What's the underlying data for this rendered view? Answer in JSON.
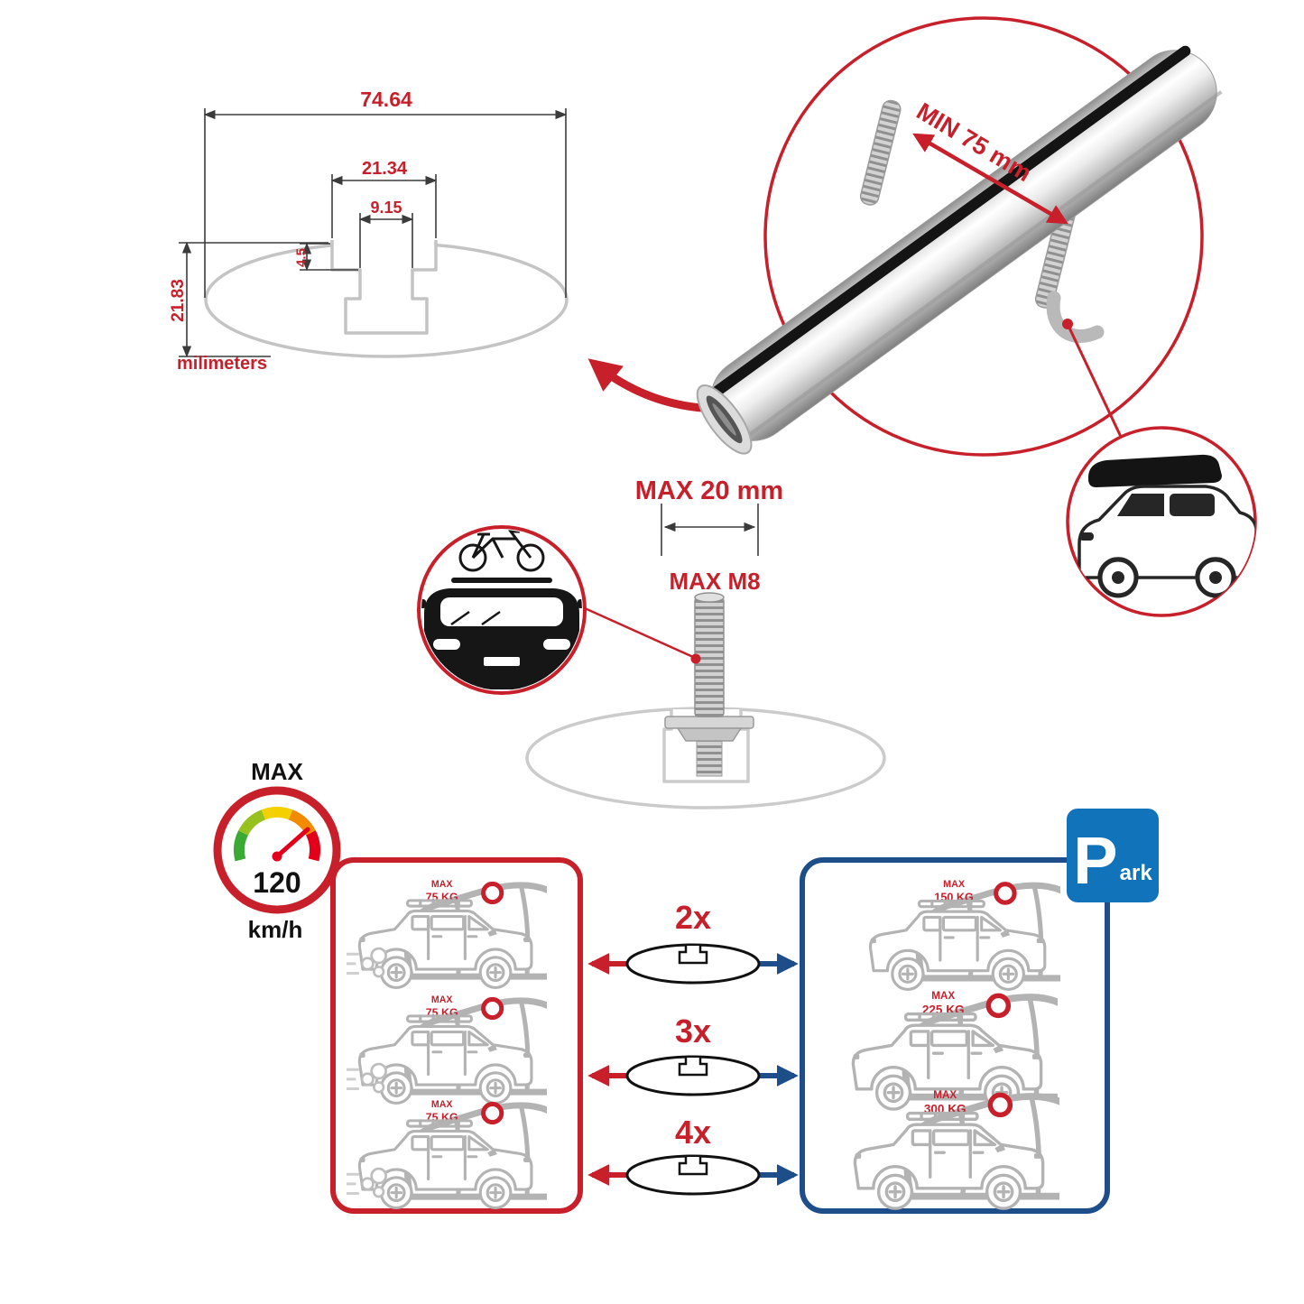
{
  "cross_section": {
    "total_width": "74.64",
    "channel_outer_width": "21.34",
    "channel_inner_width": "9.15",
    "step_depth": "4.5",
    "total_height": "21.83",
    "unit_label": "milimeters"
  },
  "crossbar": {
    "min_spacing_label": "MIN 75 mm"
  },
  "mount": {
    "max_bolt_label": "MAX 20 mm",
    "max_thread_label": "MAX M8"
  },
  "speed_limit": {
    "title": "MAX",
    "value": "120",
    "unit": "km/h"
  },
  "driving_loads": {
    "cars": [
      {
        "tag": "MAX",
        "weight": "75 KG"
      },
      {
        "tag": "MAX",
        "weight": "75 KG"
      },
      {
        "tag": "MAX",
        "weight": "75 KG"
      }
    ]
  },
  "bar_counts": [
    {
      "label": "2x"
    },
    {
      "label": "3x"
    },
    {
      "label": "4x"
    }
  ],
  "parked_loads": {
    "cars": [
      {
        "tag": "MAX",
        "weight": "150 KG"
      },
      {
        "tag": "MAX",
        "weight": "225 KG"
      },
      {
        "tag": "MAX",
        "weight": "300 KG"
      }
    ]
  },
  "park_sign": {
    "letter": "P",
    "suffix": "ark"
  },
  "colors": {
    "red": "#c8202b",
    "panel_blue": "#1d4e8a",
    "sign_blue": "#1173b9",
    "profile_gray": "#c4c4c4",
    "dim_line": "#3b3b3b"
  }
}
